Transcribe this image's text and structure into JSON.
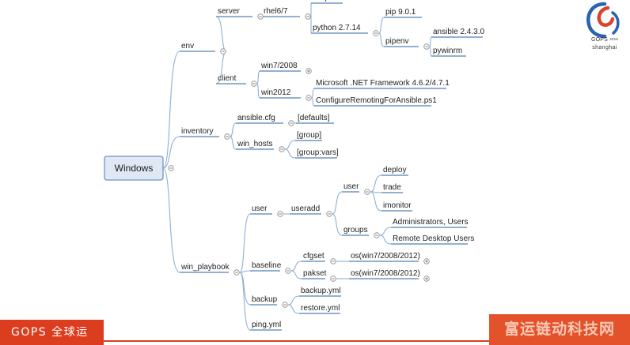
{
  "mindmap": {
    "root": "Windows",
    "nodes": {
      "env": "env",
      "server": "server",
      "rhel": "rhel6/7",
      "sshpass": "sshpass",
      "python": "python 2.7.14",
      "pip": "pip 9.0.1",
      "pipenv": "pipenv",
      "ansible_ver": "ansible 2.4.3.0",
      "pywinrm": "pywinrm",
      "client": "client",
      "win7": "win7/2008",
      "win2012": "win2012",
      "netfx": "Microsoft .NET Framework 4.6.2/4.7.1",
      "configremoting": "ConfigureRemotingForAnsible.ps1",
      "inventory": "inventory",
      "ansible_cfg": "ansible.cfg",
      "defaults": "[defaults]",
      "win_hosts": "win_hosts",
      "group": "[group]",
      "group_vars": "[group:vars]",
      "win_playbook": "win_playbook",
      "user": "user",
      "useradd": "useradd",
      "user_sub": "user",
      "deploy": "deploy",
      "trade": "trade",
      "imonitor": "imonitor",
      "groups": "groups",
      "administrators": "Administrators, Users",
      "remote_desktop": "Remote Desktop Users",
      "baseline": "baseline",
      "cfgset": "cfgset",
      "cfgset_os": "os(win7/2008/2012)",
      "pakset": "pakset",
      "pakset_os": "os(win7/2008/2012)",
      "backup": "backup",
      "backup_yml": "backup.yml",
      "restore_yml": "restore.yml",
      "ping_yml": "ping.yml"
    }
  },
  "logo": {
    "title": "GOPS",
    "year": "2018",
    "city": "shanghai"
  },
  "footer": {
    "left_text": "GOPS 全球运",
    "watermark": "富运链动科技网"
  },
  "colors": {
    "branch_line": "#8fb0d2",
    "underline": "#6f95c3",
    "root_fill": "#dfe8f4",
    "footer_red": "#dd3d1f",
    "logo_blue": "#2a63b0",
    "logo_red": "#d8432a"
  }
}
